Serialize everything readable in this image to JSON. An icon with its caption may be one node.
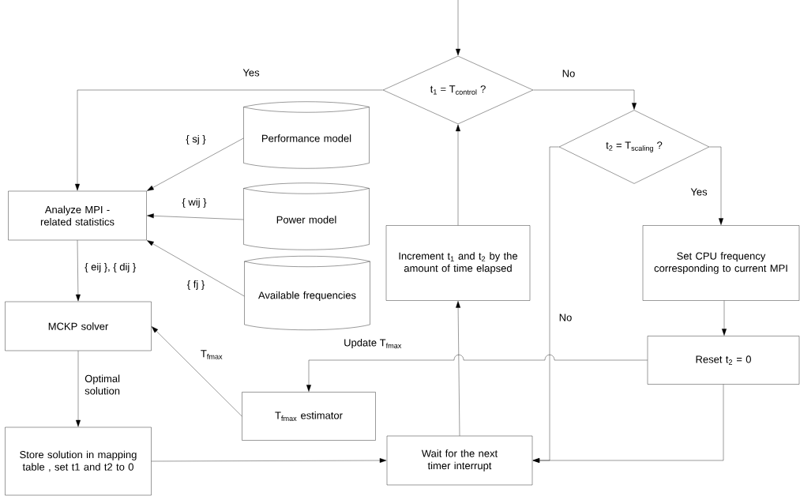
{
  "diagram": {
    "nodes": [
      {
        "text": [
          "t$_{1}$ = T$_{control}$ ?"
        ]
      },
      {
        "text": [
          "t$_{2}$ = T$_{scaling}$ ?"
        ]
      },
      {
        "text": [
          "Performance model"
        ]
      },
      {
        "text": [
          "Power model"
        ]
      },
      {
        "text": [
          "Available frequencies"
        ]
      },
      {
        "text": [
          "Analyze MPI - related statistics"
        ]
      },
      {
        "text": [
          "MCKP solver"
        ]
      },
      {
        "text": [
          "Store solution in mapping table , set t1 and t2 to 0"
        ]
      },
      {
        "text": [
          "T$_{fmax}$ estimator"
        ]
      },
      {
        "text": [
          "Increment t$_{1}$ and t$_{2}$ by the amount of time elapsed"
        ]
      },
      {
        "text": [
          "Wait for the next timer interrupt"
        ]
      },
      {
        "text": [
          "Set CPU frequency corresponding to current MPI"
        ]
      },
      {
        "text": [
          "Reset t$_{2}$ = 0"
        ]
      }
    ],
    "edges": [
      {
        "from": null,
        "to": 0,
        "arrow": "to"
      },
      {
        "from": 0,
        "to": 5,
        "arrow": "to",
        "label": "Yes"
      },
      {
        "from": 0,
        "to": 1,
        "arrow": "to",
        "label": "No"
      },
      {
        "from": 1,
        "to": 11,
        "arrow": "to",
        "label": "Yes"
      },
      {
        "from": 1,
        "to": 10,
        "arrow": "to",
        "label": "No"
      },
      {
        "from": 2,
        "to": 5,
        "arrow": "to",
        "label": "{ sj }"
      },
      {
        "from": 3,
        "to": 5,
        "arrow": "to",
        "label": "{ wij }"
      },
      {
        "from": 4,
        "to": 5,
        "arrow": "to",
        "label": "{ fj }"
      },
      {
        "from": 5,
        "to": 6,
        "arrow": "to",
        "label": "{ eij }, { dij }"
      },
      {
        "from": 6,
        "to": 7,
        "arrow": "to",
        "label": "Optimal solution"
      },
      {
        "from": 8,
        "to": 6,
        "arrow": "to",
        "label": "T$_{fmax}$"
      },
      {
        "from": 7,
        "to": 10,
        "arrow": "to"
      },
      {
        "from": 10,
        "to": 9,
        "arrow": "to"
      },
      {
        "from": 9,
        "to": 0,
        "arrow": "to"
      },
      {
        "from": 11,
        "to": 12,
        "arrow": "to"
      },
      {
        "from": 12,
        "to": 10,
        "arrow": "to"
      },
      {
        "from": 12,
        "to": 8,
        "arrow": "to",
        "label": "Update T$_{fmax}$"
      }
    ]
  }
}
